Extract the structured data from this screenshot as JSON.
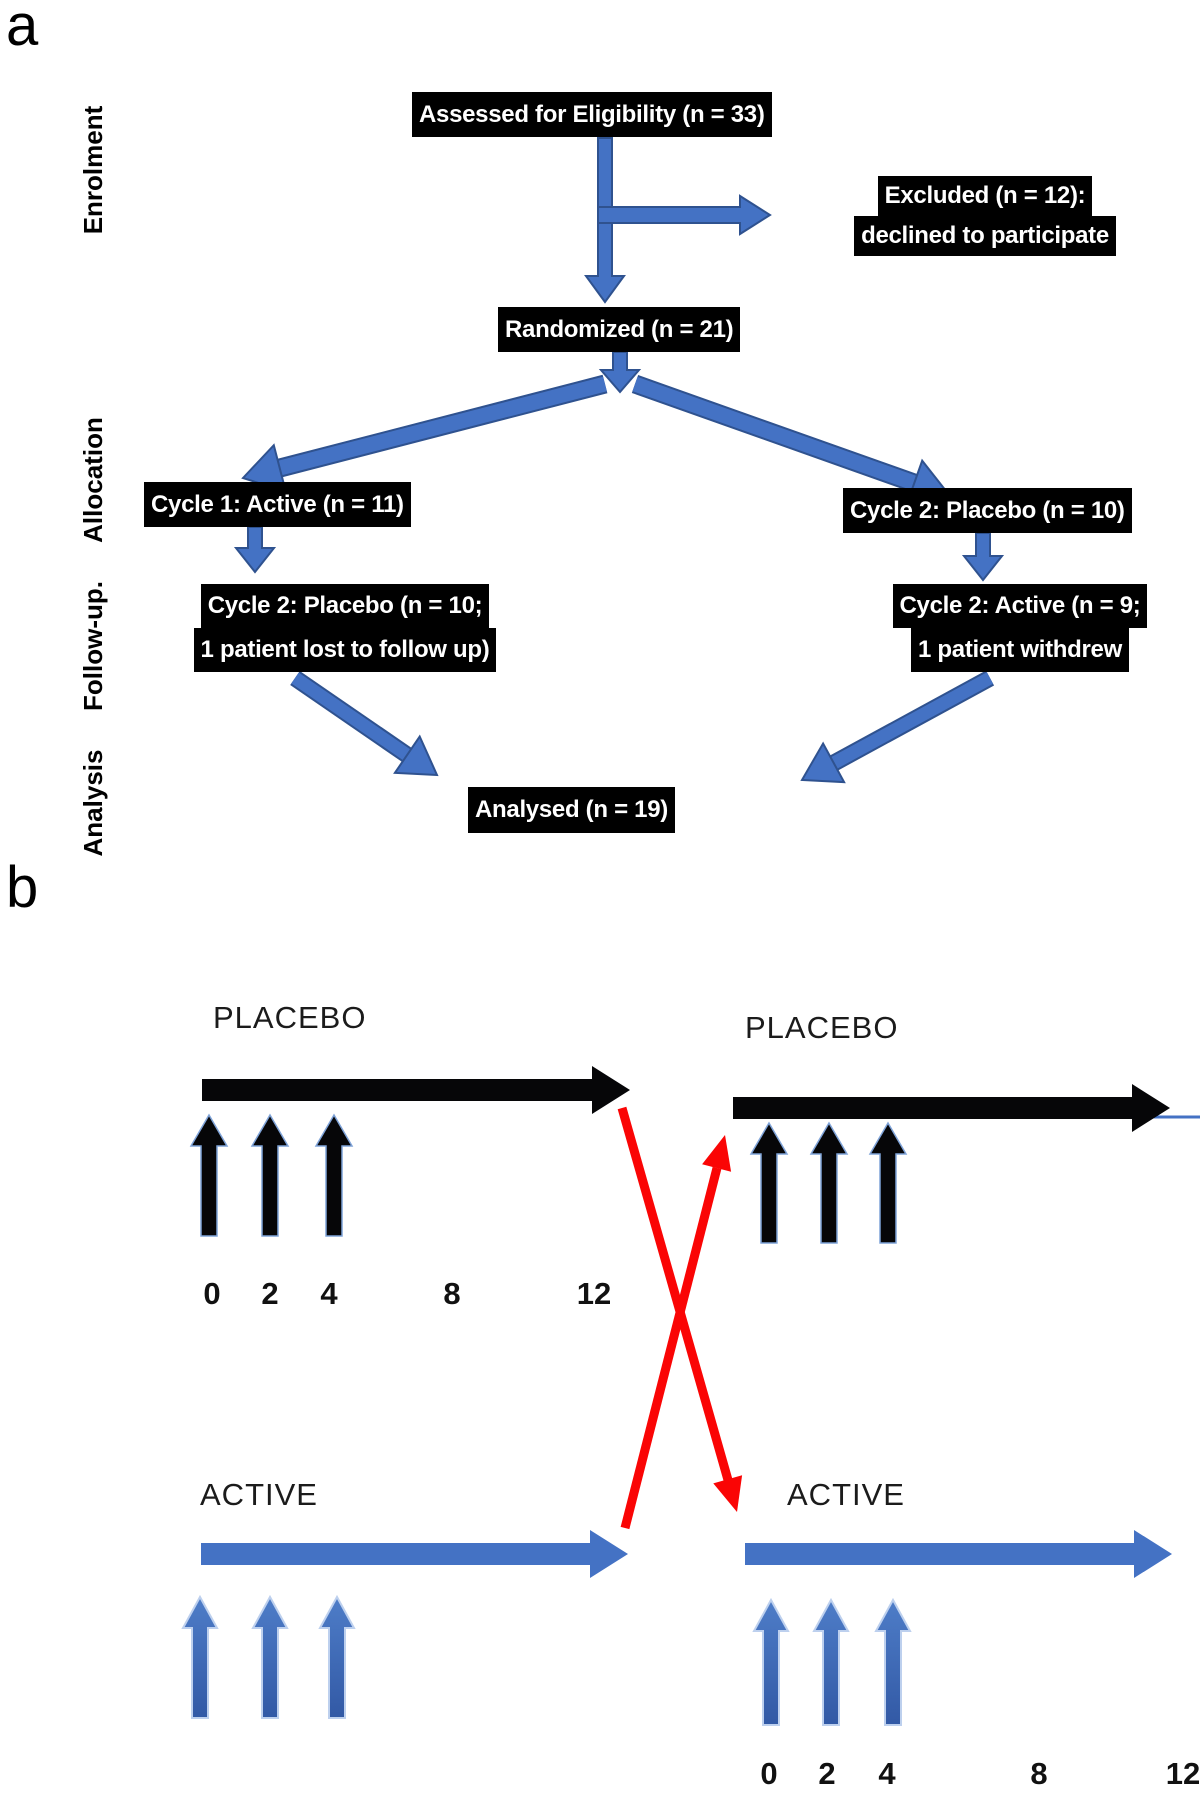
{
  "panels": {
    "a_label": "a",
    "b_label": "b"
  },
  "consort": {
    "stages": [
      {
        "id": "enrolment",
        "label": "Enrolment"
      },
      {
        "id": "allocation",
        "label": "Allocation"
      },
      {
        "id": "followup",
        "label": "Follow-up."
      },
      {
        "id": "analysis",
        "label": "Analysis"
      }
    ],
    "assessed": "Assessed for Eligibility (n = 33)",
    "excluded_line1": "Excluded (n = 12):",
    "excluded_line2": "declined to participate",
    "randomized": "Randomized (n = 21)",
    "allocation_left": "Cycle 1: Active (n = 11)",
    "allocation_right": "Cycle 2: Placebo (n = 10)",
    "followup_left_line1": "Cycle 2: Placebo (n = 10;",
    "followup_left_line2": "1 patient lost to follow up)",
    "followup_right_line1": "Cycle 2: Active (n = 9;",
    "followup_right_line2": "1 patient withdrew",
    "analysed": "Analysed (n = 19)"
  },
  "crossover": {
    "arm_top": {
      "period1_label": "PLACEBO",
      "period2_label": "PLACEBO"
    },
    "arm_bottom": {
      "period1_label": "ACTIVE",
      "period2_label": "ACTIVE"
    },
    "weeks": [
      "0",
      "2",
      "4",
      "8",
      "12"
    ],
    "injection_weeks": [
      "0",
      "2",
      "4"
    ]
  },
  "colors": {
    "flow_blue": "#4472C4",
    "flow_blue_border": "#2F528F",
    "crossover_red": "#FA0505",
    "timeline_black": "#060608",
    "box_bg": "#000000",
    "box_text": "#FFFFFF"
  }
}
